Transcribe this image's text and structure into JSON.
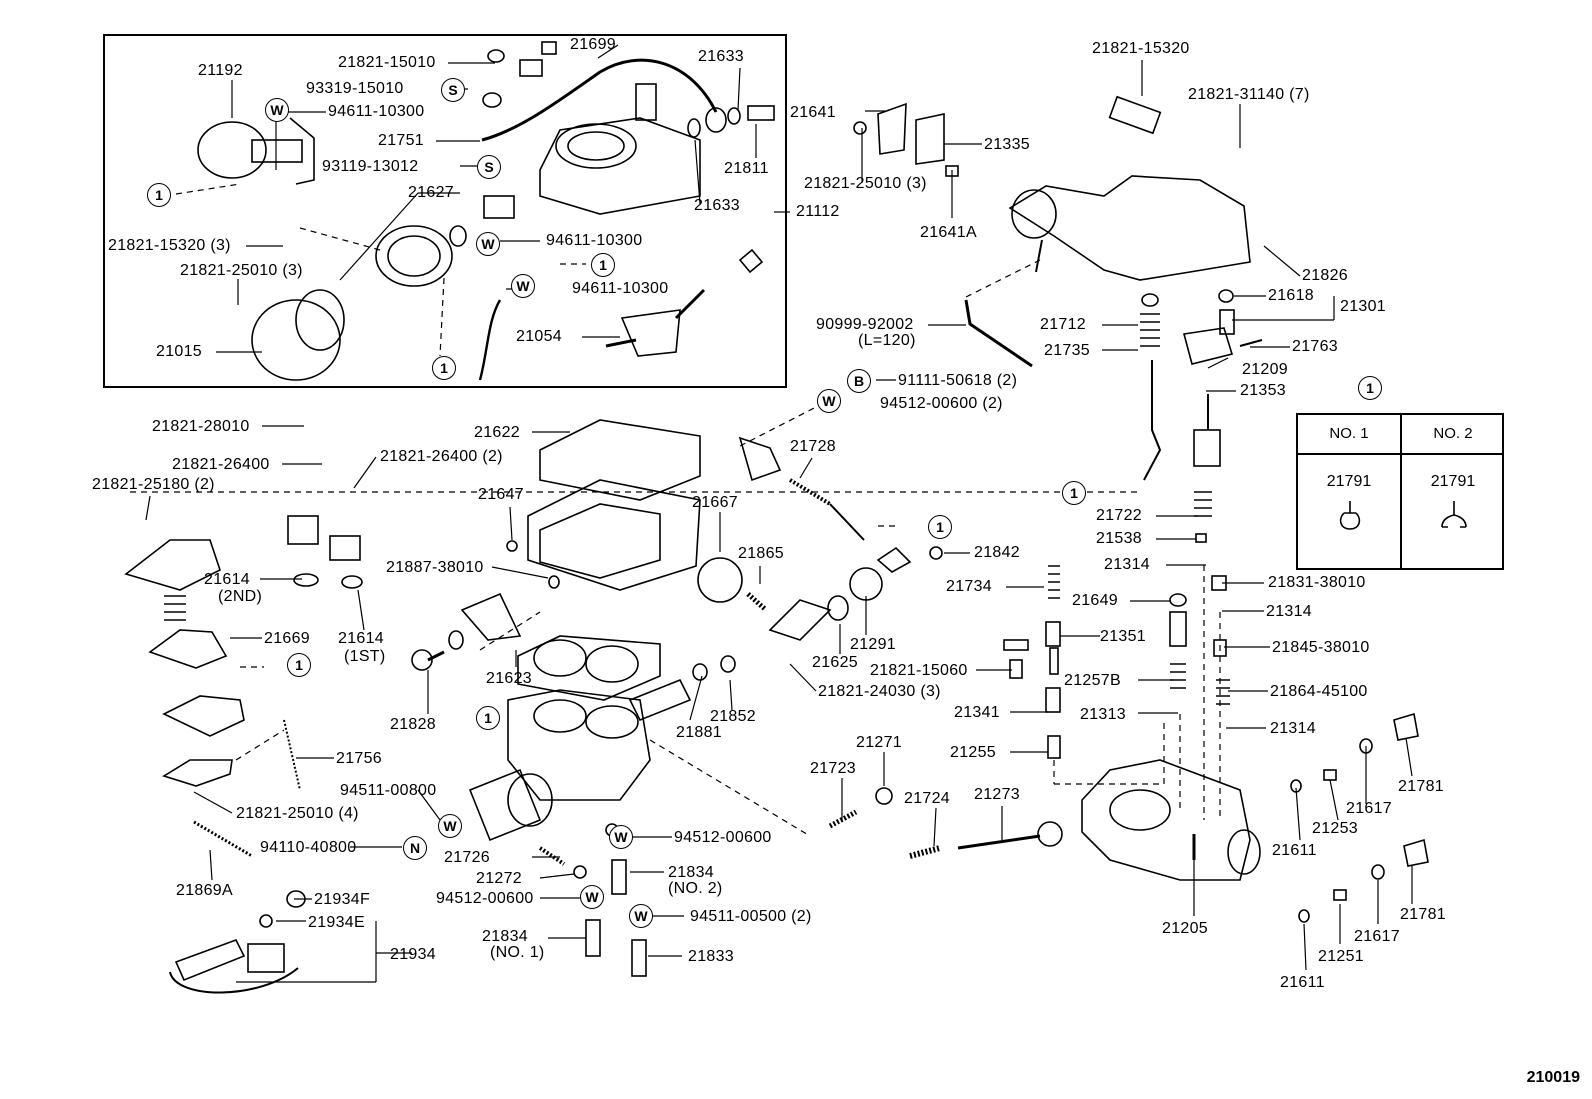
{
  "labels": {
    "l21192": "21192",
    "l21821_15010": "21821-15010",
    "l21699": "21699",
    "l21633a": "21633",
    "l93319_15010": "93319-15010",
    "l94611_10300a": "94611-10300",
    "l21641": "21641",
    "l21751": "21751",
    "l21811": "21811",
    "l93119_13012": "93119-13012",
    "l21627": "21627",
    "l21633b": "21633",
    "l21112": "21112",
    "l94611_10300b": "94611-10300",
    "l21821_15320_3": "21821-15320 (3)",
    "l21821_25010_3a": "21821-25010 (3)",
    "l94611_10300c": "94611-10300",
    "l21054": "21054",
    "l21015": "21015",
    "l21821_15320": "21821-15320",
    "l21821_31140_7": "21821-31140 (7)",
    "l21335": "21335",
    "l21821_25010_3b": "21821-25010 (3)",
    "l21641A": "21641A",
    "l21826": "21826",
    "l21618": "21618",
    "l21301": "21301",
    "l90999_92002": "90999-92002",
    "lL120": "(L=120)",
    "l21712": "21712",
    "l21735": "21735",
    "l21763": "21763",
    "l21209": "21209",
    "l91111_50618_2": "91111-50618 (2)",
    "l94512_00600_2": "94512-00600 (2)",
    "l21353": "21353",
    "l21821_28010": "21821-28010",
    "l21622": "21622",
    "l21728": "21728",
    "l21821_26400": "21821-26400",
    "l21821_26400_2": "21821-26400 (2)",
    "l21821_25180_2": "21821-25180 (2)",
    "l21647": "21647",
    "l21667": "21667",
    "l21722": "21722",
    "l21538": "21538",
    "l21865": "21865",
    "l21842": "21842",
    "l21887_38010": "21887-38010",
    "l21314a": "21314",
    "l21831_38010": "21831-38010",
    "l21614_2nd": "21614",
    "l2nd": "(2ND)",
    "l21734": "21734",
    "l21649": "21649",
    "l21314b": "21314",
    "l21669": "21669",
    "l21614_1st": "21614",
    "l1st": "(1ST)",
    "l21291": "21291",
    "l21351": "21351",
    "l21845_38010": "21845-38010",
    "l21625": "21625",
    "l21821_15060": "21821-15060",
    "l21623": "21623",
    "l21257B": "21257B",
    "l21864_45100": "21864-45100",
    "l21821_24030_3": "21821-24030 (3)",
    "l21828": "21828",
    "l21852": "21852",
    "l21341": "21341",
    "l21313": "21313",
    "l21314c": "21314",
    "l21881": "21881",
    "l21271": "21271",
    "l21756": "21756",
    "l21255": "21255",
    "l21781a": "21781",
    "l21723": "21723",
    "l94511_00800": "94511-00800",
    "l21724": "21724",
    "l21273": "21273",
    "l21821_25010_4": "21821-25010 (4)",
    "l21617a": "21617",
    "l21253": "21253",
    "l94512_00600a": "94512-00600",
    "l94110_40800": "94110-40800",
    "l21611a": "21611",
    "l21726": "21726",
    "l21834_no2": "21834",
    "lno2": "(NO. 2)",
    "l21272": "21272",
    "l21869A": "21869A",
    "l21934F": "21934F",
    "l94512_00600b": "94512-00600",
    "l21781b": "21781",
    "l94511_00500_2": "94511-00500 (2)",
    "l21934E": "21934E",
    "l21834_no1": "21834",
    "lno1": "(NO. 1)",
    "l21205": "21205",
    "l21617b": "21617",
    "l21934": "21934",
    "l21833": "21833",
    "l21251": "21251",
    "l21611b": "21611"
  },
  "markers": {
    "one": "1",
    "s": "S",
    "w": "W",
    "b": "B",
    "n": "N"
  },
  "ref_table": {
    "title_marker": "1",
    "col1_header": "NO. 1",
    "col2_header": "NO. 2",
    "col1_part": "21791",
    "col2_part": "21791"
  },
  "diagram_code": "210019",
  "colors": {
    "ink": "#000000",
    "paper": "#ffffff"
  }
}
